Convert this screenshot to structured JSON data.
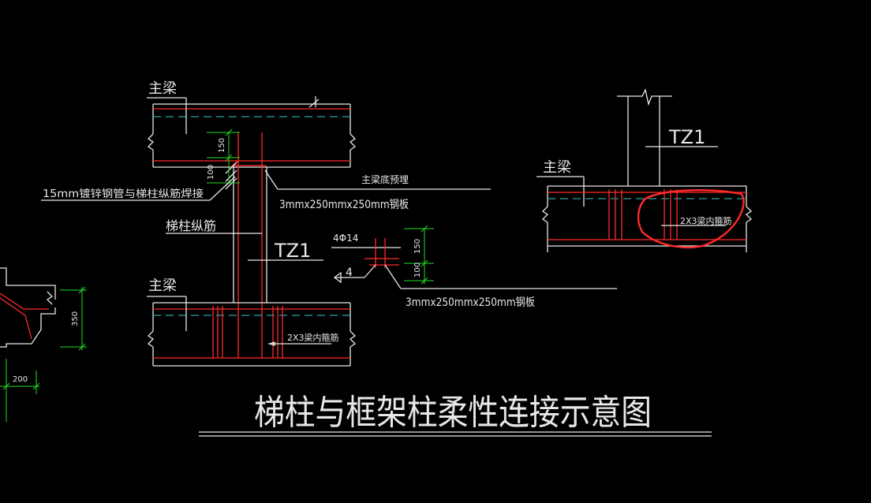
{
  "title": "梯柱与框架柱柔性连接示意图",
  "labels": {
    "main_beam_top": "主梁",
    "main_beam_bottom": "主梁",
    "main_beam_right": "主梁",
    "weld_note": "15mm镀锌钢管与梯柱纵筋焊接",
    "embed_note": "主梁底预埋",
    "plate_note_1": "3mmx250mmx250mm钢板",
    "plate_note_2": "3mmx250mmx250mm钢板",
    "column_rebar": "梯柱纵筋",
    "tz1_main": "TZ1",
    "tz1_right": "TZ1",
    "rebar_spec": "4Φ14",
    "section_mark": "4",
    "stirrup_1": "2X3梁内箍筋",
    "stirrup_2": "2X3梁内箍筋"
  },
  "dimensions": {
    "d150_main": "150",
    "d100_main": "100",
    "d150_detail": "150",
    "d100_detail": "100",
    "d350": "350",
    "d200": "200"
  },
  "colors": {
    "background": "#000000",
    "line": "#e8e8e8",
    "rebar": "#ff2a2a",
    "centerline": "#33cccc",
    "dimension": "#22dd22",
    "highlight": "#ff2a2a"
  }
}
